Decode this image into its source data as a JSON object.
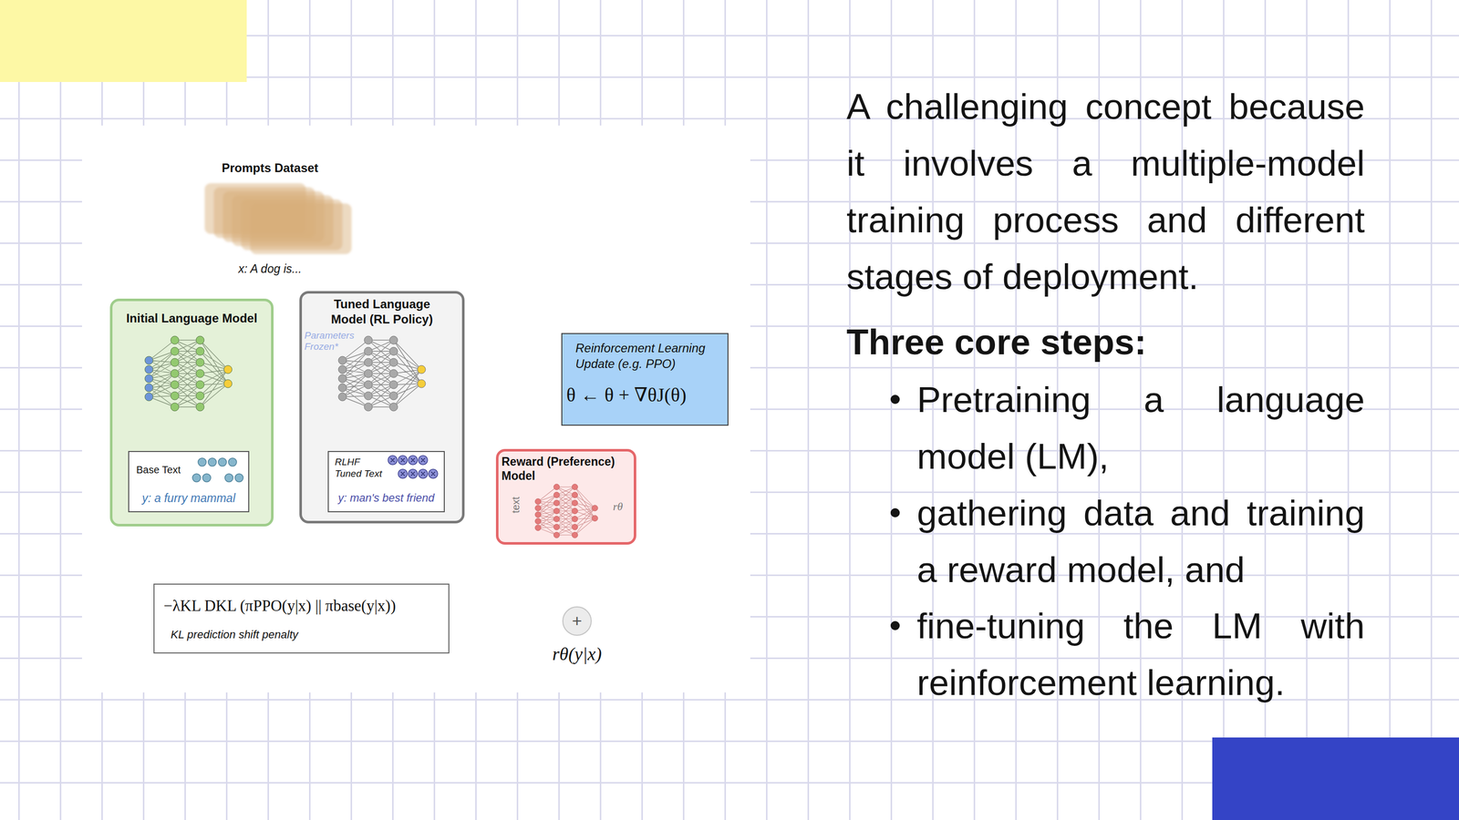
{
  "diagram": {
    "nodes": [
      {
        "text": [
          "Prompts Dataset",
          "x: A dog is..."
        ]
      },
      {
        "text": [
          "Initial Language Model"
        ]
      },
      {
        "text": [
          "Base Text",
          "y: a furry mammal"
        ],
        "in": 1
      },
      {
        "text": [
          "Tuned Language Model (RL Policy)",
          "Parameters Frozen*"
        ]
      },
      {
        "text": [
          "RLHF Tuned Text",
          "y: man's best friend"
        ],
        "in": 3
      },
      {
        "text": [
          "Reinforcement Learning Update (e.g. PPO)",
          "θ ← θ + ∇θJ(θ)"
        ]
      },
      {
        "text": [
          "Reward (Preference) Model",
          "text",
          "rθ"
        ]
      },
      {
        "text": [
          "−λKL DKL (πPPO(y|x) || πbase(y|x))",
          "KL prediction shift penalty"
        ]
      },
      {
        "text": [
          "+",
          "rθ(y|x)"
        ]
      }
    ],
    "edges": [
      {
        "from": 0,
        "to": 1,
        "arrow": "to"
      },
      {
        "from": 0,
        "to": 3,
        "arrow": "to"
      },
      {
        "from": 1,
        "to": 2,
        "arrow": "to"
      },
      {
        "from": 3,
        "to": 4,
        "arrow": "to"
      },
      {
        "from": 5,
        "to": 3,
        "arrow": "to"
      },
      {
        "from": 4,
        "to": 6,
        "arrow": "to"
      },
      {
        "from": 2,
        "to": 7,
        "arrow": "to"
      },
      {
        "from": 4,
        "to": 7,
        "arrow": "to"
      },
      {
        "from": 6,
        "to": 8,
        "arrow": "to"
      },
      {
        "from": 7,
        "to": 8,
        "arrow": "to"
      },
      {
        "from": 8,
        "to": 5,
        "arrow": "to"
      }
    ],
    "labels": [
      "A challenging concept because it involves a multiple-model training process and different stages of deployment.",
      "Three core steps:",
      "Pretraining a language model (LM),",
      "gathering data and training a reward model, and",
      "fine-tuning the LM with reinforcement learning."
    ]
  }
}
